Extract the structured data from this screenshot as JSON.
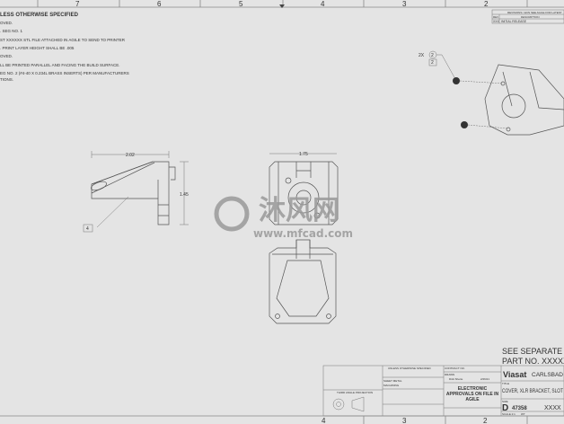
{
  "zones_top": [
    "7",
    "6",
    "5",
    "4",
    "3",
    "2"
  ],
  "zones_bottom": [
    "4",
    "3",
    "2"
  ],
  "notes": {
    "heading": "LESS OTHERWISE SPECIFIED",
    "lines": [
      "OVED.",
      ". SEG NO. 1",
      "ST XXXXXX STL FILE ATTACHED IN AGILE TO SEND TO PRINTER",
      ". PRINT LAYER HEIGHT SHALL BE .005",
      "OVED.",
      "LL BE PRINTED PARALLEL AND FACING THE BUILD SURFACE.",
      "EG NO. 2 (#4-40 X 0.234L BRASS INSERTS) PER MANUFACTURERS",
      "TIONS."
    ]
  },
  "revision_block": {
    "header": "REVISIONS / ECN SEE AGILE FOR LATEST",
    "col_rev": "REV",
    "col_description": "DESCRIPTION",
    "row_rev": "XXX",
    "row_description": "INITIAL RELEASE"
  },
  "views": {
    "side_width_dim": "2.02",
    "side_height_dim": "1.45",
    "front_width_dim": "1.75",
    "note_flag": "4"
  },
  "balloon": {
    "qty": "2X",
    "item": "2",
    "flag": "2"
  },
  "watermark": {
    "brand": "沐风网",
    "url": "www.mfcad.com"
  },
  "title_block": {
    "see_separate": "SEE SEPARATE PAR",
    "part_no": "PART NO. XXXXXXX",
    "projection_label": "THIRD ANGLE PROJECTION",
    "tolerance_heading": "UNLESS OTHERWISE SPECIFIED",
    "tolerance_rows": [
      "SHEET METAL",
      "MACHINING"
    ],
    "contract_label": "CONTRACT NO.",
    "drawn_label": "DRAWN",
    "drawn_by": "Dick Sherie",
    "date": "2/26/21",
    "approvals": "ELECTRONIC APPROVALS ON FILE IN AGILE",
    "company": "Viasat",
    "company_address": "CARLSBAD",
    "title_label": "TITLE",
    "title": "COVER, XLR BRACKET, SLOT",
    "size_label": "SIZE",
    "size": "D",
    "cage_code": "47358",
    "drawing_no": "XXXX",
    "scale": "SCALE 2:1",
    "wt_label": "WT"
  },
  "colors": {
    "background": "#e4e4e4",
    "lines": "#555555",
    "watermark": "#9a9a9a"
  }
}
